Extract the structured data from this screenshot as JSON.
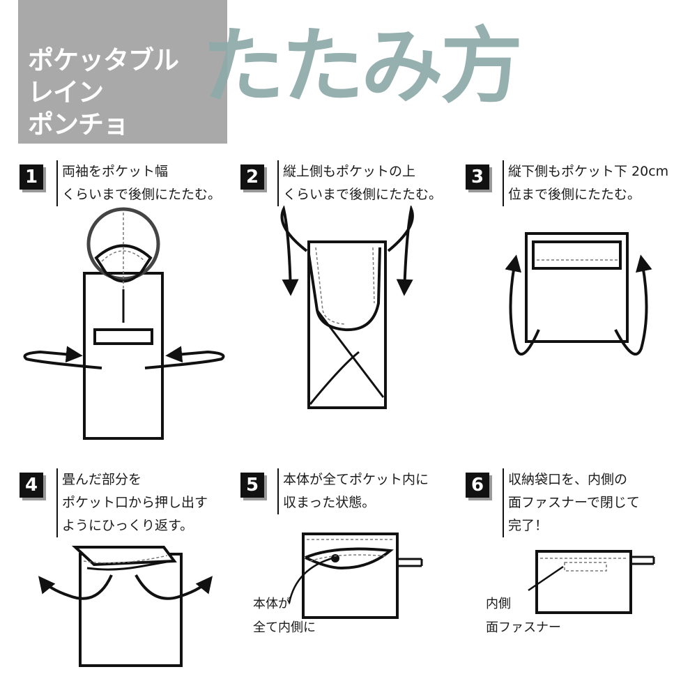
{
  "header": {
    "product_name": "ポケッタブル\nレイン\nポンチョ",
    "title": "たたみ方"
  },
  "steps": [
    {
      "number": "1",
      "text": "両袖をポケット幅\nくらいまで後側にたたむ。"
    },
    {
      "number": "2",
      "text": "縦上側もポケットの上\nくらいまで後側にたたむ。"
    },
    {
      "number": "3",
      "text": "縦下側もポケット下 20cm\n位まで後側にたたむ。"
    },
    {
      "number": "4",
      "text": "畳んだ部分を\nポケット口から押し出す\nようにひっくり返す。"
    },
    {
      "number": "5",
      "text": "本体が全てポケット内に\n収まった状態。"
    },
    {
      "number": "6",
      "text": "収納袋口を、内側の\n面ファスナーで閉じて\n完了！"
    }
  ],
  "captions": {
    "step5": "本体が\n全て内側に",
    "step6": "内側\n面ファスナー"
  },
  "colors": {
    "header_box": "#a9a9a9",
    "title": "#8fa9a9",
    "ink": "#111111"
  }
}
